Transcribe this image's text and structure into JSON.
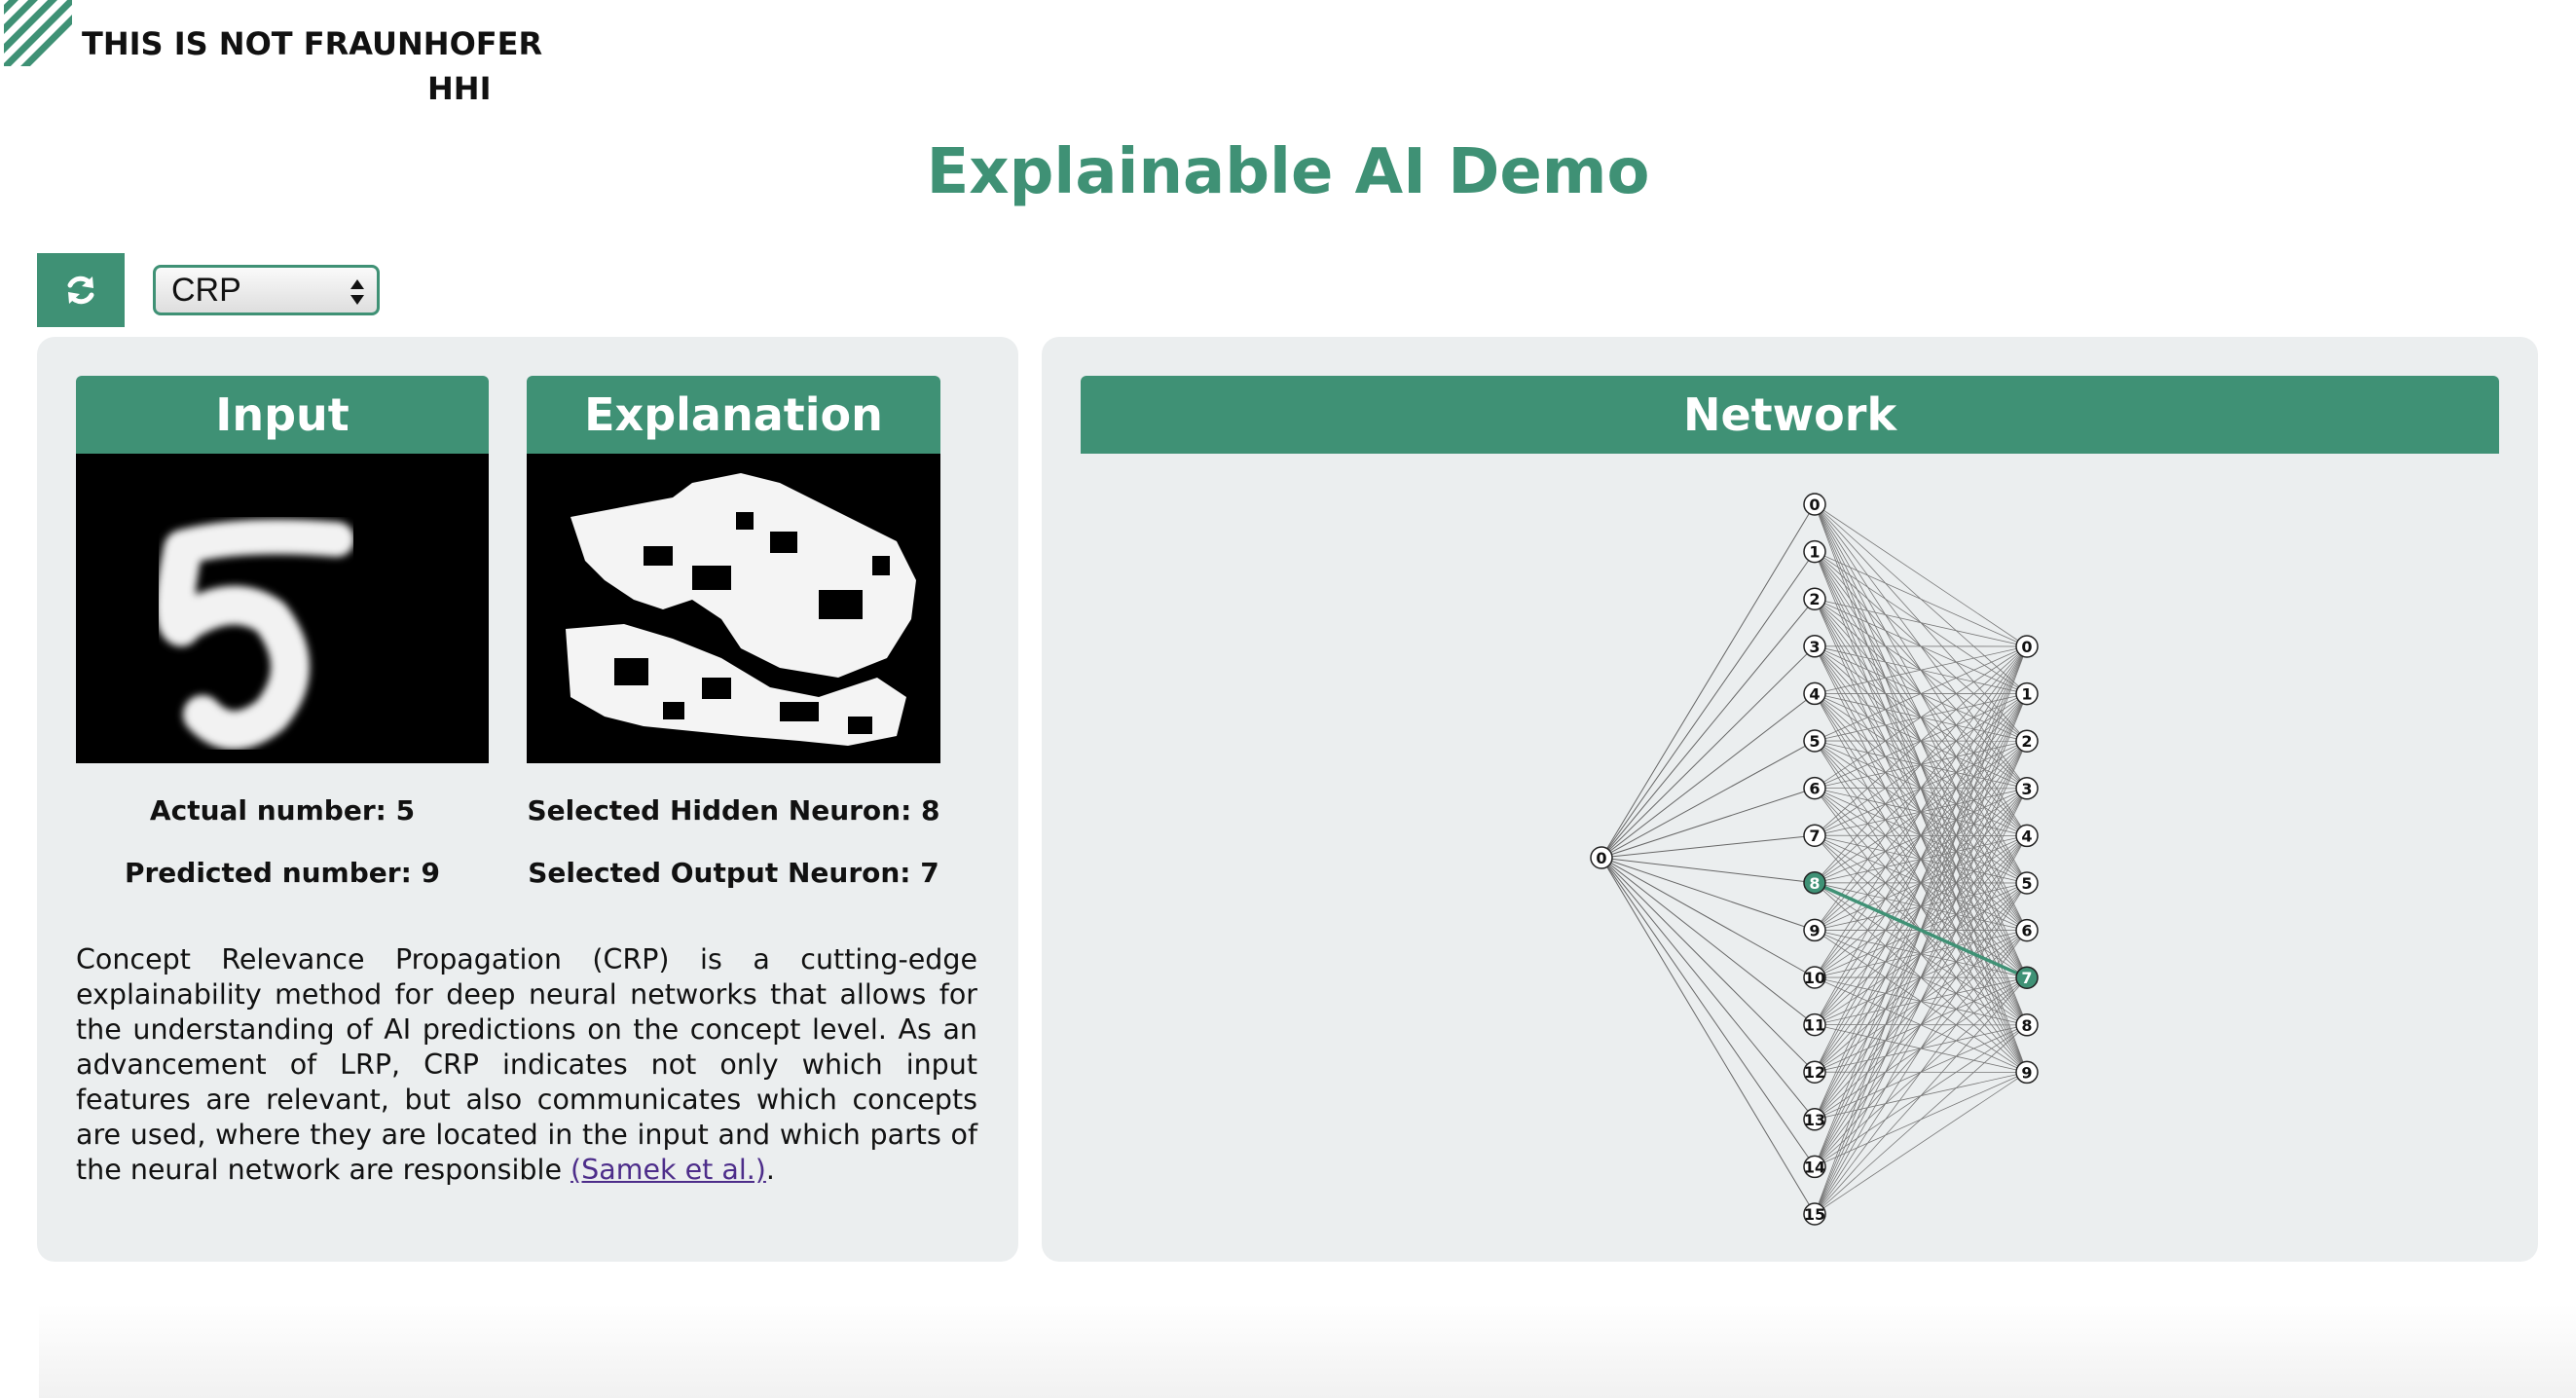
{
  "header": {
    "logo_line1": "THIS IS NOT FRAUNHOFER",
    "logo_line2": "HHI",
    "logo_icon": "striped-square-logo"
  },
  "page_title": "Explainable AI Demo",
  "toolbar": {
    "refresh_icon": "refresh-icon",
    "method_selected": "CRP"
  },
  "left_panel": {
    "input_header": "Input",
    "explanation_header": "Explanation",
    "actual_label": "Actual number: 5",
    "predicted_label": "Predicted number: 9",
    "hidden_neuron_label": "Selected Hidden Neuron: 8",
    "output_neuron_label": "Selected Output Neuron: 7",
    "description": "Concept Relevance Propagation (CRP) is a cutting-edge explainability method for deep neural networks that allows for the understanding of AI predictions on the concept level. As an advancement of LRP, CRP indicates not only which input features are relevant, but also communicates which concepts are used, where they are located in the input and which parts of the neural network are responsible ",
    "citation_link": "(Samek et al.)",
    "description_end": "."
  },
  "right_panel": {
    "network_header": "Network",
    "input_nodes": [
      "0"
    ],
    "hidden_nodes": [
      "0",
      "1",
      "2",
      "3",
      "4",
      "5",
      "6",
      "7",
      "8",
      "9",
      "10",
      "11",
      "12",
      "13",
      "14",
      "15"
    ],
    "output_nodes": [
      "0",
      "1",
      "2",
      "3",
      "4",
      "5",
      "6",
      "7",
      "8",
      "9"
    ],
    "selected_hidden": 8,
    "selected_output": 7
  },
  "colors": {
    "accent": "#3f9175",
    "panel_bg": "#ebeeef",
    "link": "#4d2d8a"
  }
}
